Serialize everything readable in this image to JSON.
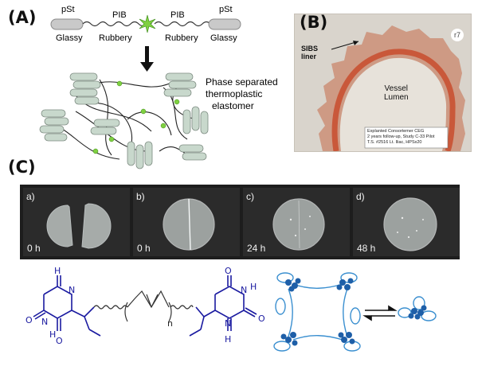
{
  "panelA": {
    "label": "(A)",
    "pSt_left": "pSt",
    "pSt_right": "pSt",
    "pib_left": "PIB",
    "pib_right": "PIB",
    "glassy_left": "Glassy",
    "rubbery_left": "Rubbery",
    "rubbery_right": "Rubbery",
    "glassy_right": "Glassy",
    "caption_line1": "Phase separated",
    "caption_line2": "thermoplastic",
    "caption_line3": "elastomer"
  },
  "panelB": {
    "label": "(B)",
    "corner_mark": "r7",
    "liner_line1": "SIBS",
    "liner_line2": "liner",
    "lumen_line1": "Vessel",
    "lumen_line2": "Lumen",
    "note_line1": "Explanted Consortemer CEG",
    "note_line2": "2 years follow-up, Study C-33 Pilot",
    "note_line3": "T.S. #2516 Lt. Iliac, HPSx20"
  },
  "panelC": {
    "label": "(C)",
    "photos": [
      {
        "tag": "a)",
        "time": "0 h"
      },
      {
        "tag": "b)",
        "time": "0 h"
      },
      {
        "tag": "c)",
        "time": "24 h"
      },
      {
        "tag": "d)",
        "time": "48 h"
      }
    ],
    "chem": {
      "N": "N",
      "H": "H",
      "O": "O",
      "n": "n"
    }
  },
  "colors": {
    "chem_blue": "#1a1aa0",
    "network_blue": "#1e5fa8",
    "link_green": "#6fc43a",
    "liner_red": "#c9583a"
  }
}
